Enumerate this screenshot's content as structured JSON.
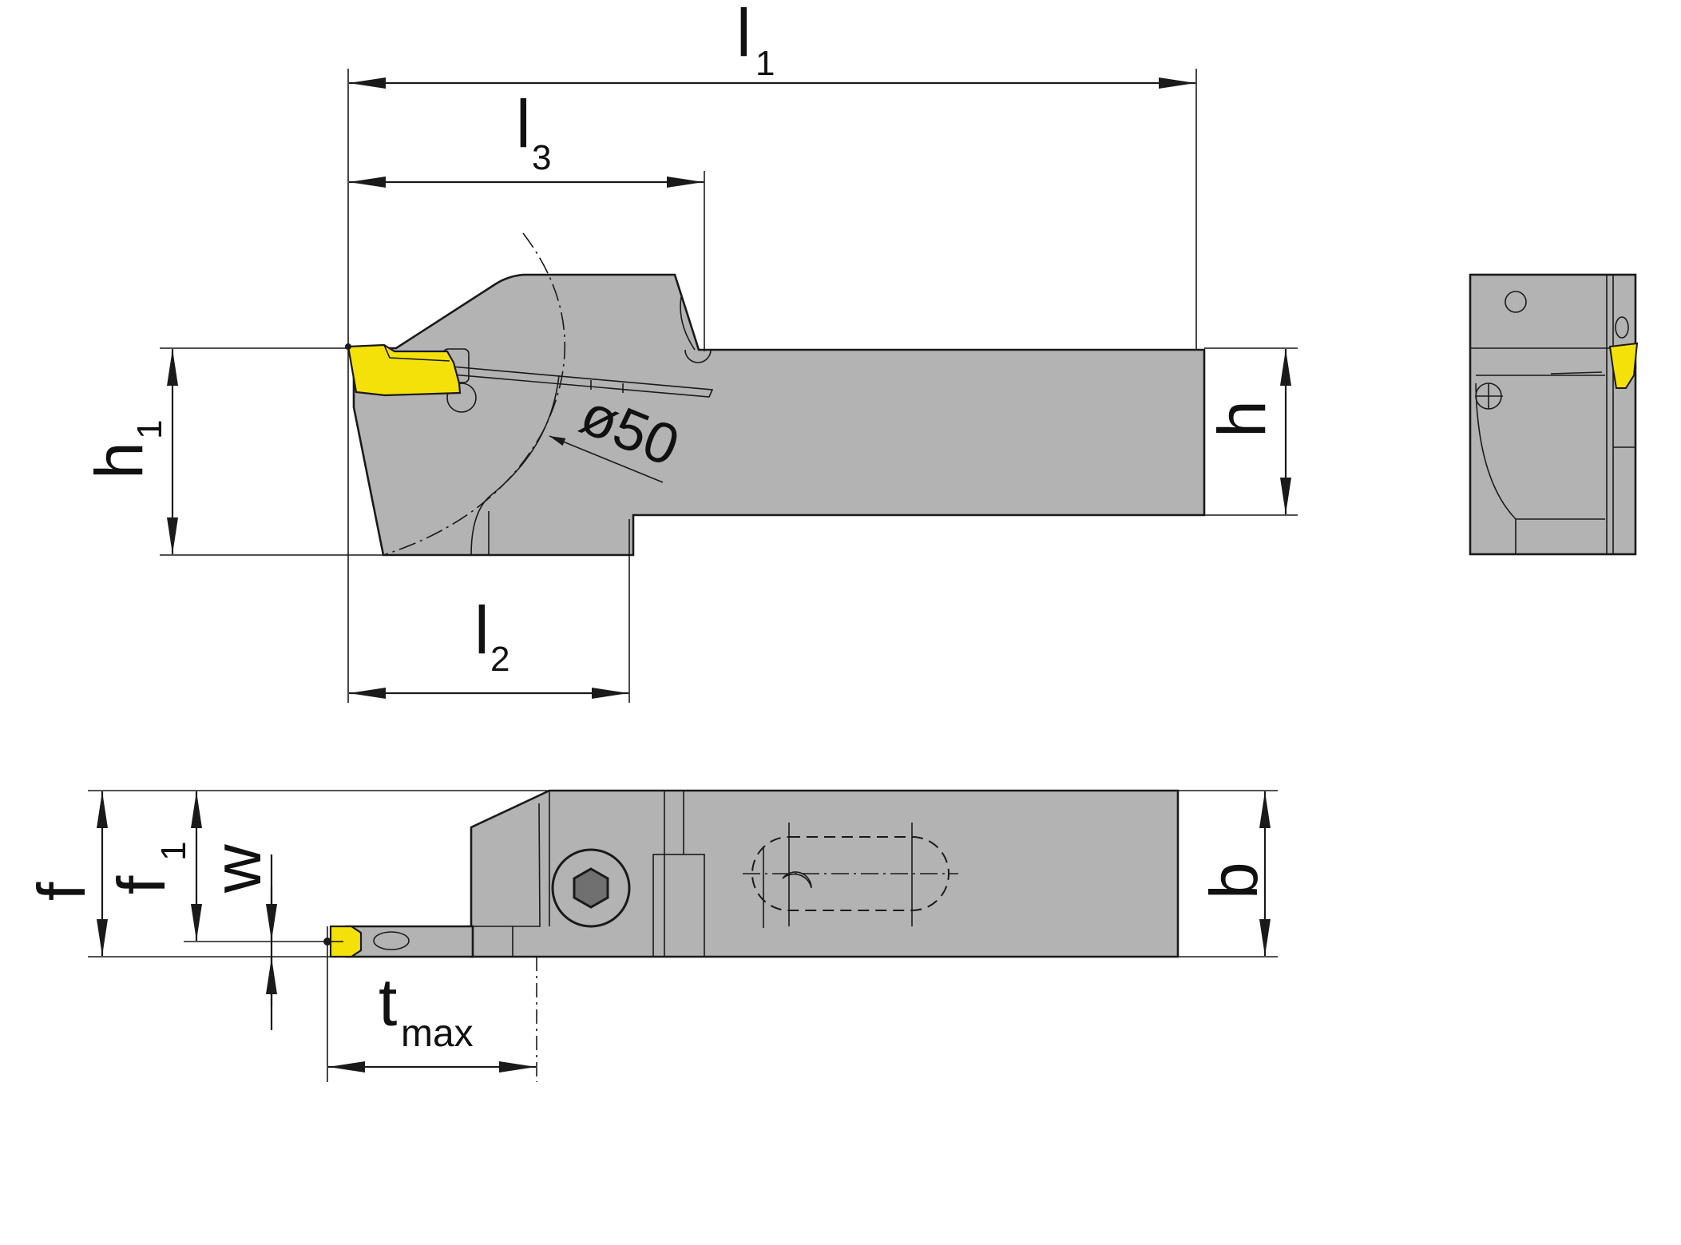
{
  "labels": {
    "l1_main": "l",
    "l1_sub": "1",
    "l3_main": "l",
    "l3_sub": "3",
    "l2_main": "l",
    "l2_sub": "2",
    "h1_main": "h",
    "h1_sub": "1",
    "h": "h",
    "diameter": "ø50",
    "f": "f",
    "f1_main": "f",
    "f1_sub": "1",
    "w": "w",
    "b": "b",
    "tmax_main": "t",
    "tmax_sub": "max"
  },
  "colors": {
    "body": "#b3b3b3",
    "insert": "#f5e10a",
    "line": "#1a1a1a",
    "background": "#ffffff"
  }
}
